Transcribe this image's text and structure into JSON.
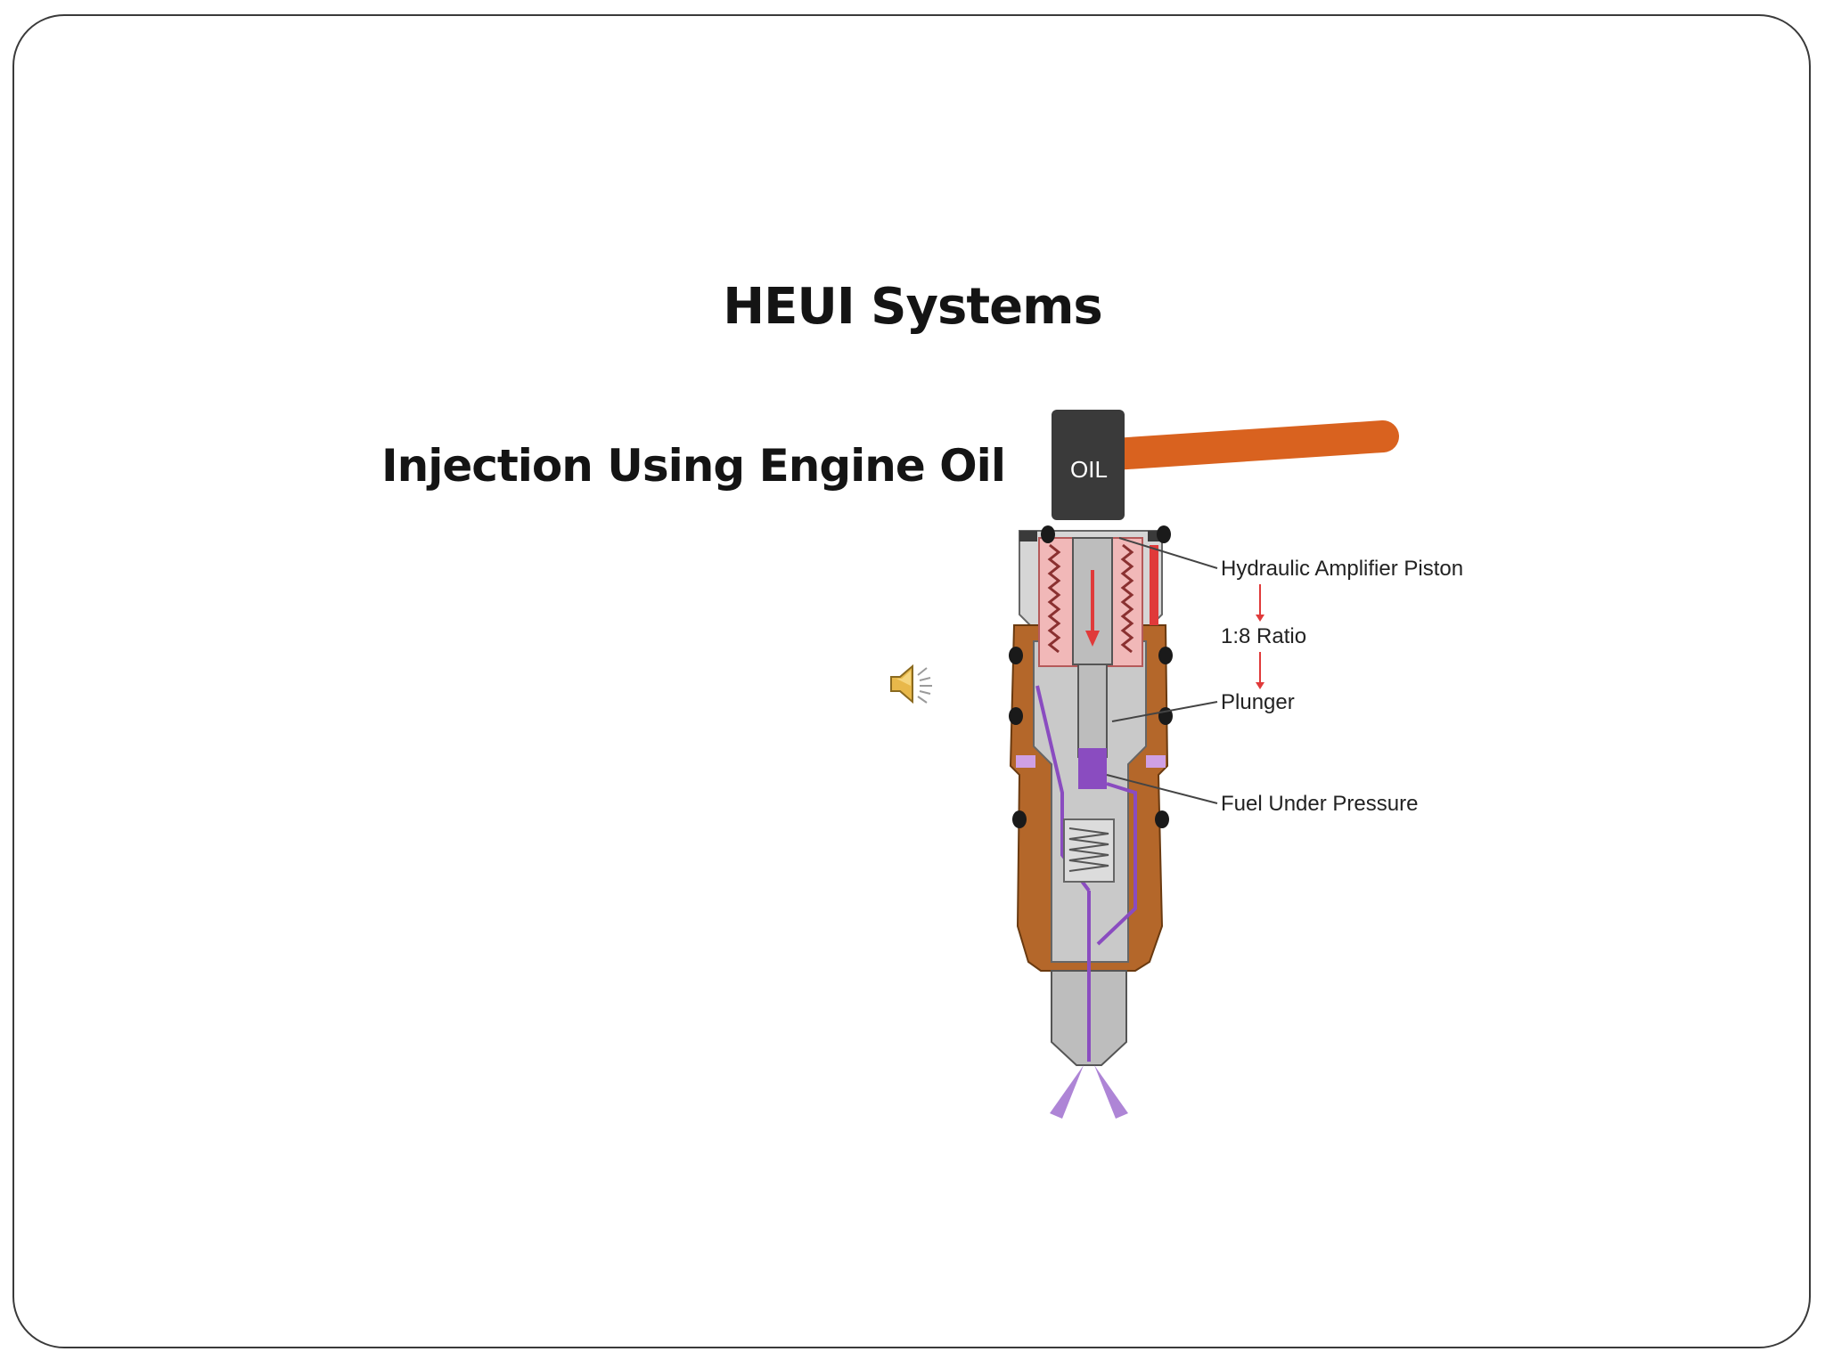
{
  "slide": {
    "title": "HEUI Systems",
    "subtitle": "Injection Using Engine Oil"
  },
  "diagram": {
    "oil_label": "OIL",
    "labels": {
      "piston": "Hydraulic Amplifier Piston",
      "ratio": "1:8 Ratio",
      "plunger": "Plunger",
      "fuel": "Fuel Under Pressure"
    }
  },
  "icons": {
    "speaker": "speaker-icon"
  },
  "colors": {
    "oil_can": "#3a3a3a",
    "oil_pipe": "#d9621f",
    "body_brown": "#b4672a",
    "spring_pink": "#f1b8b8",
    "fuel_purple": "#8a4cc0",
    "steel_gray": "#b9b9b9",
    "arrow_red": "#e03a3a",
    "label_text": "#222222"
  }
}
